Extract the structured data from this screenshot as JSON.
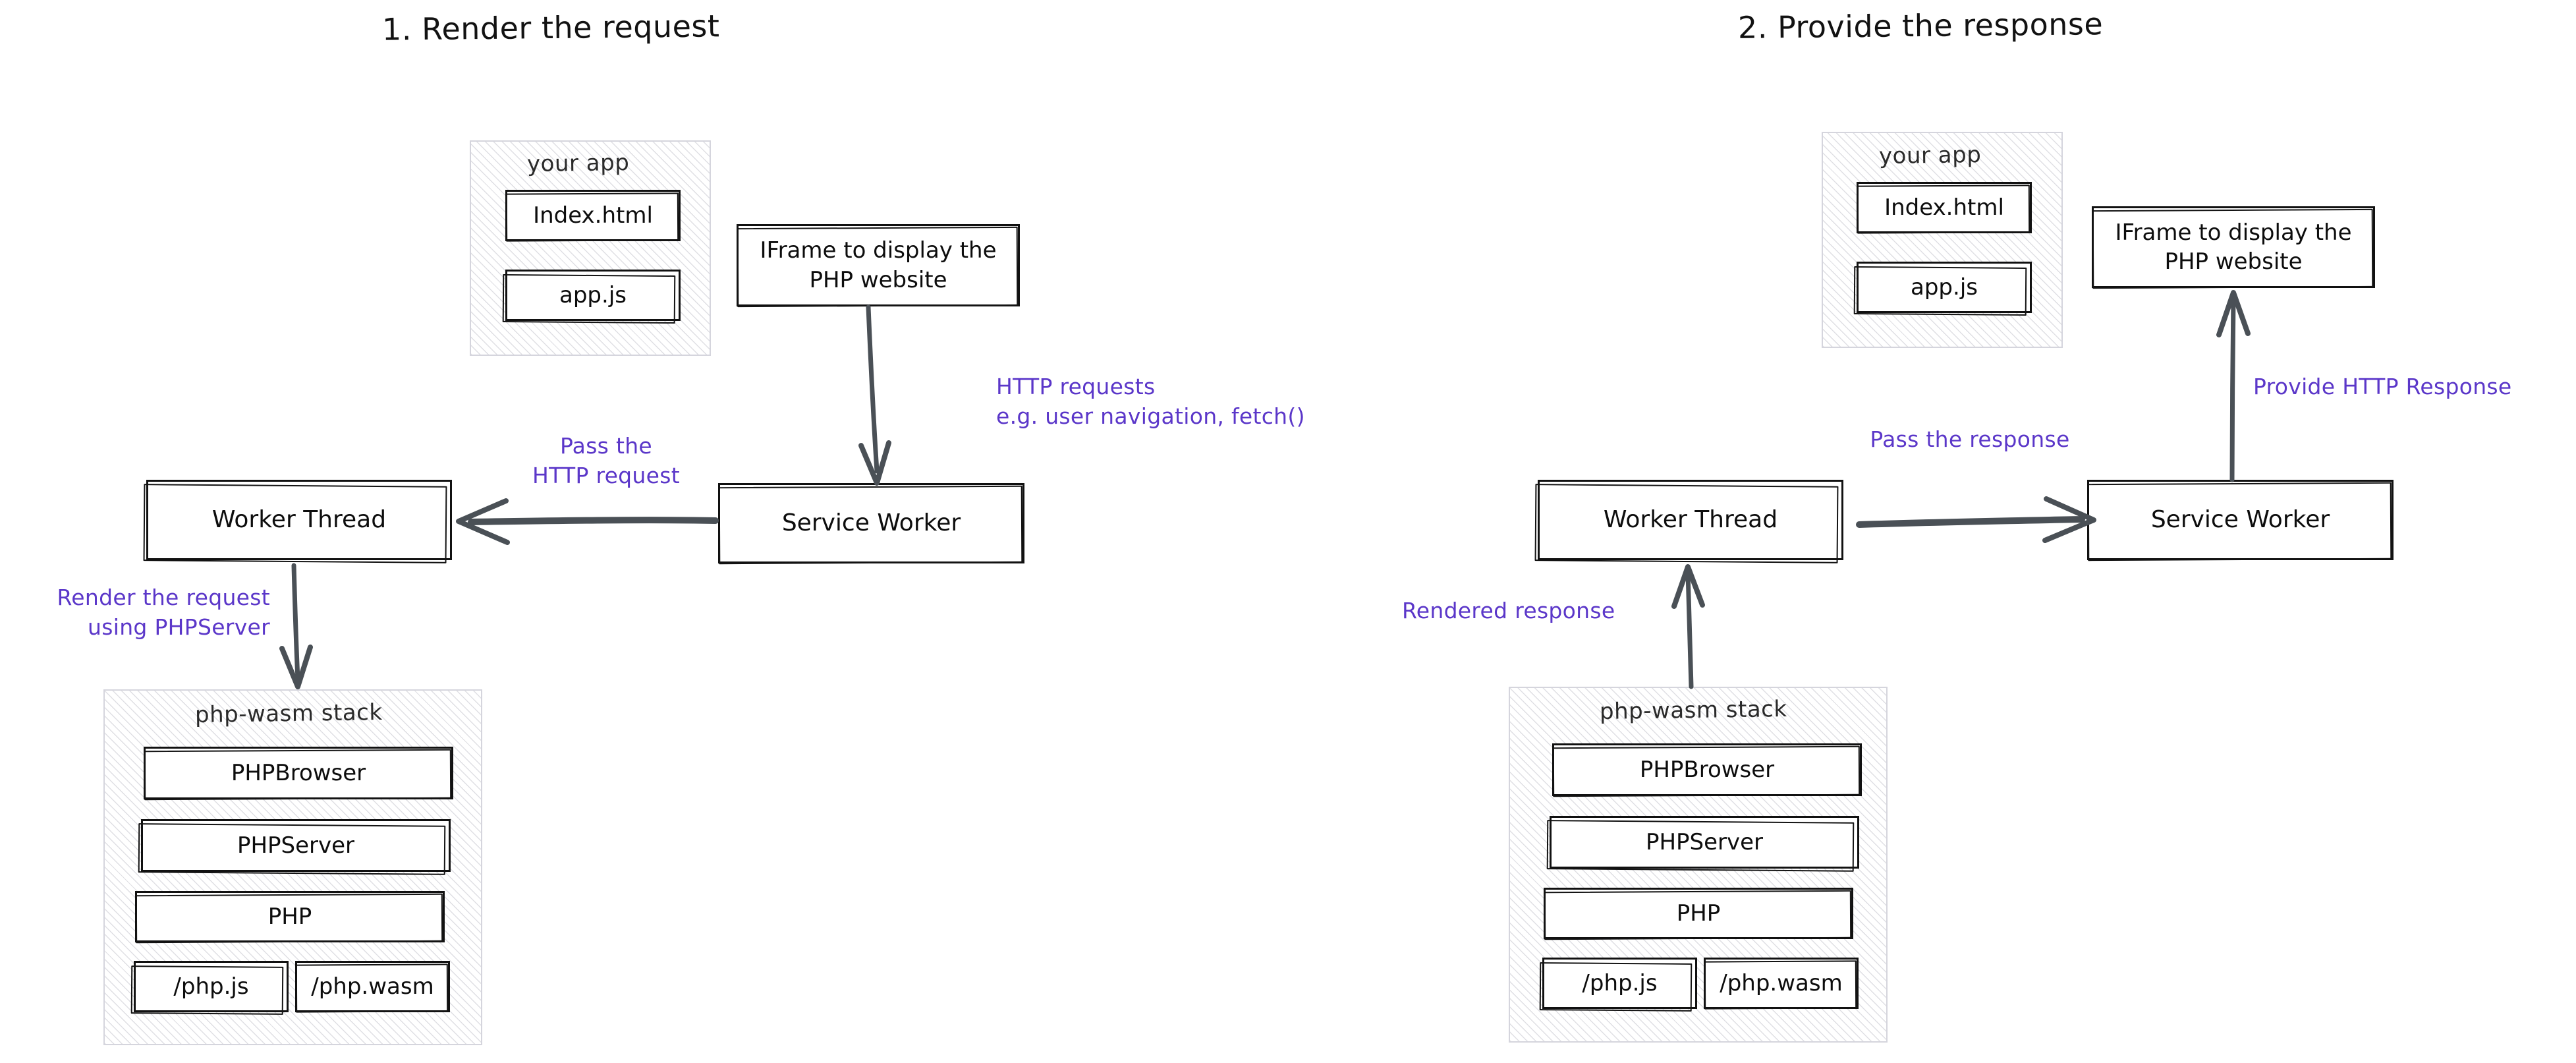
{
  "colors": {
    "ink": "#0f0f0f",
    "accent_purple": "#5b37c9",
    "arrow_gray": "#4a5056",
    "hatch_border": "#d5d5dd"
  },
  "panels": [
    {
      "id": "render-request",
      "title": "1. Render the request",
      "app_group": {
        "title": "your app",
        "files": [
          "Index.html",
          "app.js"
        ]
      },
      "iframe_node": "IFrame to display the\nPHP website",
      "worker_thread_node": "Worker Thread",
      "service_worker_node": "Service Worker",
      "stack_group": {
        "title": "php-wasm stack",
        "layers": [
          "PHPBrowser",
          "PHPServer",
          "PHP"
        ],
        "binaries": [
          "/php.js",
          "/php.wasm"
        ]
      },
      "annotations": [
        {
          "id": "http-requests",
          "text": "HTTP requests\ne.g. user navigation, fetch()"
        },
        {
          "id": "pass-http-request",
          "text": "Pass the\nHTTP request"
        },
        {
          "id": "render-using-phpserver",
          "text": "Render the request\nusing PHPServer"
        }
      ]
    },
    {
      "id": "provide-response",
      "title": "2. Provide the response",
      "app_group": {
        "title": "your app",
        "files": [
          "Index.html",
          "app.js"
        ]
      },
      "iframe_node": "IFrame to display the\nPHP website",
      "worker_thread_node": "Worker Thread",
      "service_worker_node": "Service Worker",
      "stack_group": {
        "title": "php-wasm stack",
        "layers": [
          "PHPBrowser",
          "PHPServer",
          "PHP"
        ],
        "binaries": [
          "/php.js",
          "/php.wasm"
        ]
      },
      "annotations": [
        {
          "id": "provide-http-response",
          "text": "Provide HTTP Response"
        },
        {
          "id": "pass-the-response",
          "text": "Pass the response"
        },
        {
          "id": "rendered-response",
          "text": "Rendered response"
        }
      ]
    }
  ]
}
